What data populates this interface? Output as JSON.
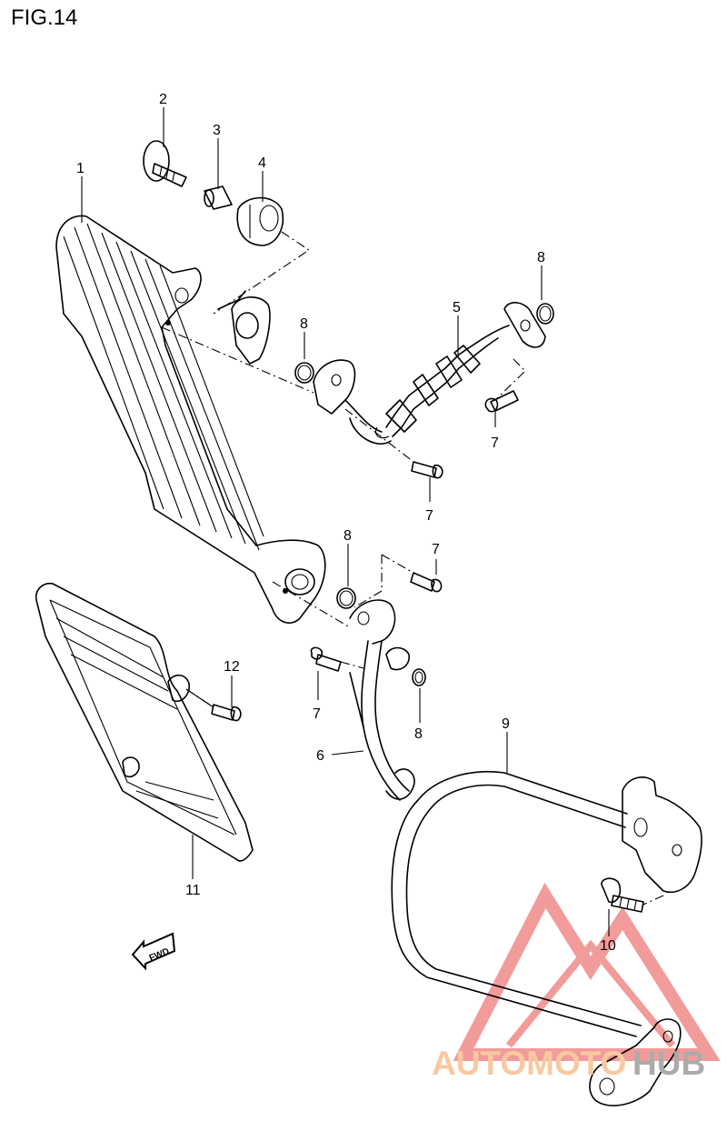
{
  "figure": {
    "title": "FIG.14"
  },
  "callouts": [
    {
      "id": "c1",
      "label": "1"
    },
    {
      "id": "c2",
      "label": "2"
    },
    {
      "id": "c3",
      "label": "3"
    },
    {
      "id": "c4",
      "label": "4"
    },
    {
      "id": "c5",
      "label": "5"
    },
    {
      "id": "c6",
      "label": "6"
    },
    {
      "id": "c7a",
      "label": "7"
    },
    {
      "id": "c7b",
      "label": "7"
    },
    {
      "id": "c7c",
      "label": "7"
    },
    {
      "id": "c7d",
      "label": "7"
    },
    {
      "id": "c8a",
      "label": "8"
    },
    {
      "id": "c8b",
      "label": "8"
    },
    {
      "id": "c8c",
      "label": "8"
    },
    {
      "id": "c8d",
      "label": "8"
    },
    {
      "id": "c9",
      "label": "9"
    },
    {
      "id": "c10",
      "label": "10"
    },
    {
      "id": "c11",
      "label": "11"
    },
    {
      "id": "c12",
      "label": "12"
    }
  ],
  "direction_marker": {
    "text": "FWD",
    "icon": "fwd-arrow-icon"
  },
  "watermark": {
    "brand_a": "AUTOMOTO",
    "brand_b": "HUB",
    "color_a": "#f8c9a0",
    "color_b": "#ababab",
    "logo_color": "#f08a8a"
  }
}
